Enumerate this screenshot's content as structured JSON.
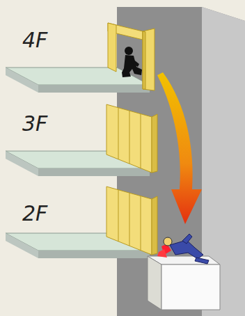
{
  "diagram": {
    "labels": [
      "4F",
      "3F",
      "2F"
    ]
  }
}
